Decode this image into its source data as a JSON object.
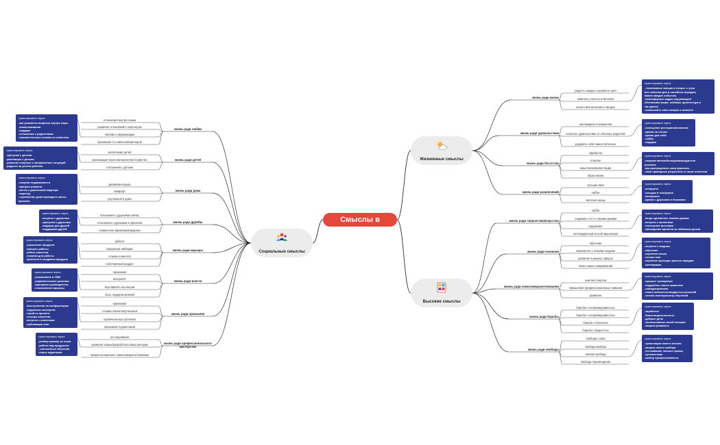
{
  "root": "Смыслы в контенте",
  "note_heading": "транслировать через:",
  "hubs": {
    "life": "Жизненные смыслы",
    "social": "Социальные смыслы",
    "high": "Высокие смыслы"
  },
  "life": [
    {
      "name": "жизнь ради жизни",
      "leaves": [
        "радость каждого прожитого дня",
        "замечать счастье в мелочах",
        "копить впечатления и эмоции"
      ],
      "note": "- позитивные эмоции и споры: с утра\nвсе события дня в линейном порядке)\nважно каждое событие)\n-атмосферные кадры окружающей\nобстановки (кофе, пейзажи, архитектура и\nтак далее)\n-показывать свои эмоции в моменте"
    },
    {
      "name": "жизнь ради удовольствия",
      "leaves": [
        "наслаждаться моментом",
        "получать удовольствие от обычных радостей",
        "радовать себя самостоятельно"
      ],
      "note": "-посещение ресторанов/салонов\n-время на чтение\n-время для себя\n-хобби\n-подарки"
    },
    {
      "name": "жизнь ради богатства",
      "leaves": [
        "заработок",
        "покупки",
        "накопления/инвестиции",
        "образ жизни"
      ],
      "note": "-покупка автомобиля/дома/предметов\nроскоши\n-как распределить свои финансы\n-твои праведные результаты и твоих клиентов"
    },
    {
      "name": "жизнь ради развлечений",
      "leaves": [
        "путешествия",
        "хобби",
        "светская жизнь"
      ],
      "note": "-концерты\n-поездки в театр/кино\n-вечеринки\n-время с друзьями и близкими"
    }
  ],
  "high": [
    {
      "name": "жизнь ради творчества/искусства",
      "leaves": [
        "хобби",
        "создавать что-то своими руками",
        "окружение",
        "нестандартный способ мышления"
      ],
      "note": "-вещи сделанные своими руками\n-встречи с коллегами\n-посещение выставок\n-проведение времени за любимым делом"
    },
    {
      "name": "жизнь ради познания",
      "leaves": [
        "обучение",
        "знакомство с новыми людьми",
        "развитие в разных сферах",
        "поиск новых направлений"
      ],
      "note": "-встречи с людьми\n-обучение\n-изучение языка\n-чтение книг\n-изучение культуры разных народов\n-экспедиции"
    },
    {
      "name": "жизнь ради самосовершенствования",
      "leaves": [
        "занятия спортом",
        "повышение профессиональных навыков",
        "развитие"
      ],
      "note": "-процесс тренировок\n-подробнее новых привычек\n-самодисциплина\n-поиск новых/нестандартных решений\n-чтение книг/просмотр обучений"
    },
    {
      "name": "жизнь ради борьбы",
      "leaves": [
        "борьба с несправедливостью",
        "борьба с несправедливостью",
        "борьба с болезнью",
        "борьба с бедностью"
      ],
      "note": "-заработок\n-благотворительность\n-добрые дела\n-высказывание своей позиции\n-защита уязвимых"
    },
    {
      "name": "жизнь ради свободы",
      "leaves": [
        "свобода слова",
        "свобода выбора",
        "личная свобода",
        "свобода перемещения"
      ],
      "note": "-трансляция своего мнения\n-защиту своего выбора\n-отстаивание личных границ\n-путешествия\n-выбор профессии/места"
    }
  ],
  "social": [
    {
      "name": "жизнь ради любви",
      "leaves": [
        "отношения внутри семьи",
        "развитие отношений с партнером",
        "любовь к окружающим",
        "признание от клиентов/партнеров"
      ],
      "note": "-как решаются вопросы внутри пары\n-знаки внимания\n-подарки\n-отношения с родителями\n-положительные отзывы от клиентов"
    },
    {
      "name": "жизнь ради детей",
      "leaves": [
        "воспитание детей",
        "реализация через материнство/отцовство",
        "отношения с детьми"
      ],
      "note": "-прогулки с детьми\n-разговоры с детьми\n-решение спорных и конфликтных ситуаций\n-радость за успехи ребенка"
    },
    {
      "name": "жизнь ради дома",
      "leaves": [
        "дизайн/интерьер",
        "комфорт",
        "улучшения в доме"
      ],
      "note": "-покупка недвижимости\n-процесс ремонта\n-мечта о доме/своей квартире\n-переезд\n-стремление дома проводить много\nвремени"
    },
    {
      "name": "жизнь ради дружбы",
      "leaves": [
        "отношения с друзьями сейчас",
        "отношения с друзьями в прошлом",
        "совместное времяпровождение"
      ],
      "note": "-встречи с друзьями\n-прогулки с друзьями\n-подарки для друзей\n-поддержка друзей"
    },
    {
      "name": "жизнь ради карьеры",
      "leaves": [
        "работа",
        "карьерные амбиции",
        "отзывы клиентов",
        "собственный продукт"
      ],
      "note": "-улучшение продукта\n-процесс работы\n-кейсы клиентов\n-покупки для работы\n-ценности в создании продукта"
    },
    {
      "name": "жизнь ради власти",
      "leaves": [
        "признание",
        "авторитет",
        "возглавлять коллектив",
        "быть лидером мнений"
      ],
      "note": "-упоминание в СМИ\n-управленческие решения\n-принципы руководителя\n-становление карьеры"
    },
    {
      "name": "жизнь ради признания",
      "leaves": [
        "признание",
        "отзывы клиентов/учеников",
        "публичные выступления",
        "признание подписчиков"
      ],
      "note": "-выступления на конференциях\n-окружение экспертов\n-герой из проекта\n-отзывы клиентов\n-встречи с клиентами\n-публикации книг"
    },
    {
      "name": "жизнь ради профессионального мастерства",
      "leaves": [
        "исследования",
        "развитие новых/разработка новых методик",
        "профессиональное самосовершенствование"
      ],
      "note": "-разбор пример из ниши\n-работа над продуктом\n- постоянные обучения\n-опрос аудитории"
    }
  ]
}
